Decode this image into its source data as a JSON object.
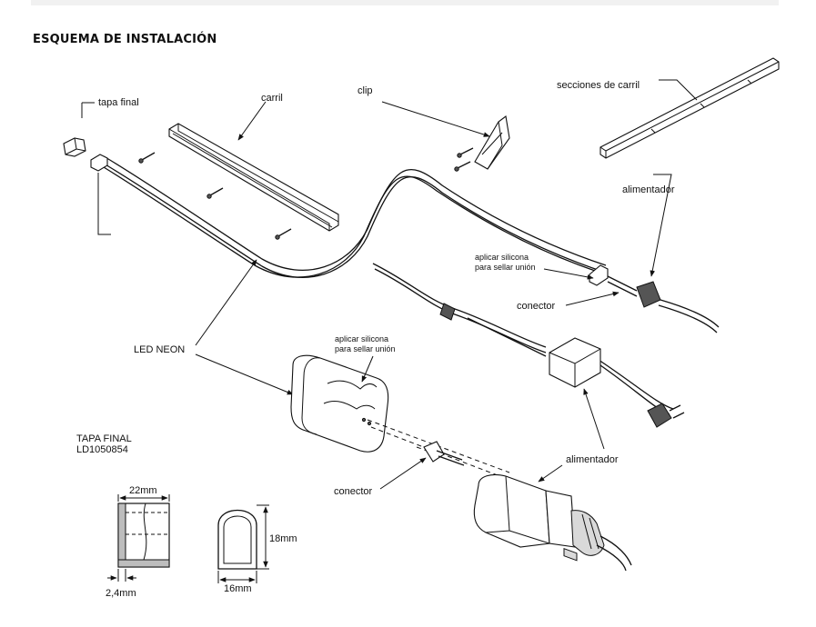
{
  "heading": "ESQUEMA DE INSTALACIÓN",
  "labels": {
    "tapa_final": "tapa final",
    "carril": "carril",
    "clip": "clip",
    "secciones_carril": "secciones de carril",
    "alimentador_top": "alimentador",
    "silicona_top_1": "aplicar silicona",
    "silicona_top_2": "para sellar unión",
    "conector_top": "conector",
    "led_neon": "LED NEON",
    "silicona_mid_1": "aplicar silicona",
    "silicona_mid_2": "para sellar unión",
    "alimentador_mid": "alimentador",
    "conector_mid": "conector",
    "tapa_final_title": "TAPA FINAL",
    "tapa_final_code": "LD1050854"
  },
  "dimensions": {
    "width_cap": "22mm",
    "wall": "2,4mm",
    "height": "18mm",
    "width_profile": "16mm"
  }
}
